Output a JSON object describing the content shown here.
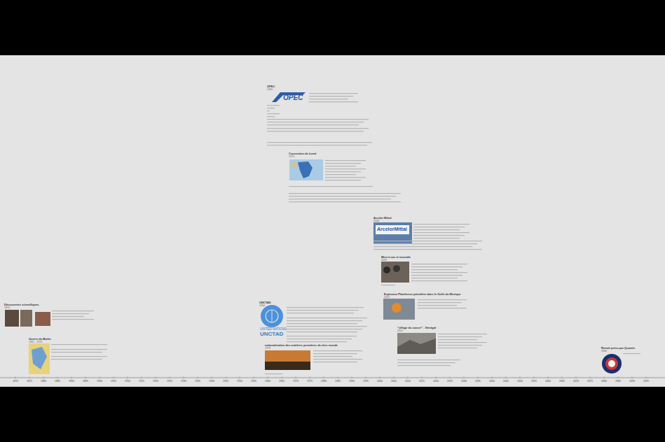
{
  "diagram": {
    "nodes": [
      {
        "text": [
          "OPEC",
          "1960"
        ]
      },
      {
        "text": [
          "Convention de Lomé",
          "1975"
        ]
      },
      {
        "text": [
          "Arcelor Mittal",
          "2006"
        ]
      },
      {
        "text": [
          "Mise à sac et incendie",
          "2009"
        ]
      },
      {
        "text": [
          "Explosion Plateforme pétrolière dans le Golfe du Mexique",
          "2010"
        ]
      },
      {
        "text": [
          "\"village du cancer\" - Sénégal",
          "2012"
        ]
      },
      {
        "text": [
          "UNCTAD",
          "1964"
        ]
      },
      {
        "text": [
          "nationalisation des matières premières du tiers monde",
          "1973"
        ]
      },
      {
        "text": [
          "Découvertes scientifiques",
          "1870"
        ]
      },
      {
        "text": [
          "Guerre du Biafra",
          "1967 - 1970"
        ]
      },
      {
        "text": [
          "Retrait prévu par Quantix",
          "2060"
        ]
      }
    ],
    "labels": [
      "OPEC",
      "ArcelorMittal",
      "UNITED NATIONS",
      "UNCTAD",
      "1870",
      "1875",
      "1880",
      "1885",
      "1890",
      "1895",
      "1900",
      "1905",
      "1910",
      "1915",
      "1920",
      "1925",
      "1930",
      "1935",
      "1940",
      "1945",
      "1950",
      "1955",
      "1960",
      "1965",
      "1970",
      "1975",
      "1980",
      "1985",
      "1990",
      "1995",
      "2000",
      "2005",
      "2010",
      "2015",
      "2020",
      "2025",
      "2030",
      "2035",
      "2040",
      "2045",
      "2050",
      "2055",
      "2060",
      "2065",
      "2070",
      "2075",
      "2080",
      "2085",
      "2090",
      "2095"
    ]
  }
}
